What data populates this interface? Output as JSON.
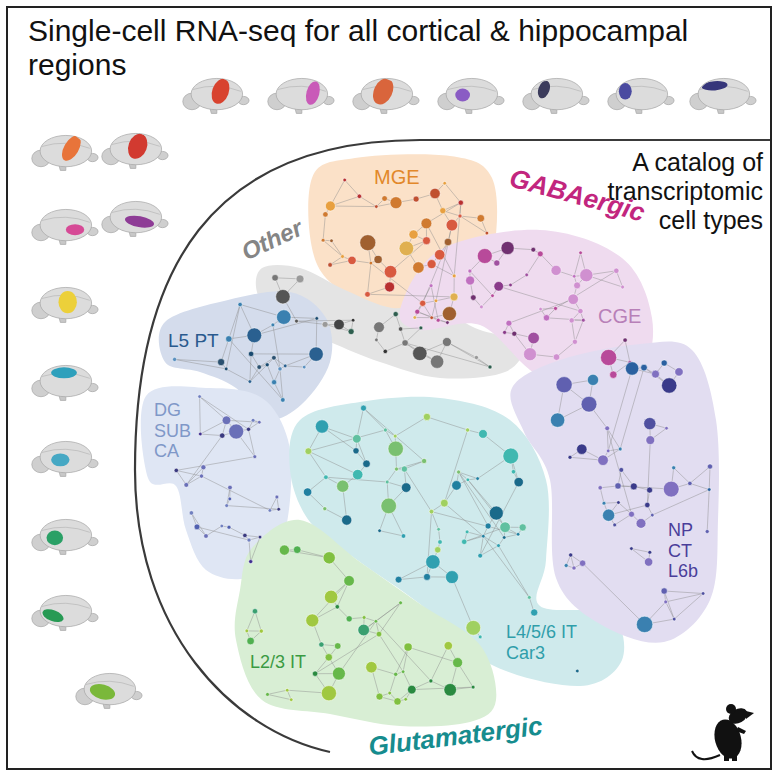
{
  "diagram": {
    "title": "Single-cell RNA-seq for all cortical & hippocampal regions",
    "nodes": [
      {
        "text": [
          "MGE"
        ]
      },
      {
        "text": [
          "Other"
        ]
      },
      {
        "text": [
          "CGE"
        ]
      },
      {
        "text": [
          "L5 PT"
        ]
      },
      {
        "text": [
          "DG SUB CA"
        ]
      },
      {
        "text": [
          "L4/5/6 IT Car3"
        ]
      },
      {
        "text": [
          "L2/3 IT"
        ]
      },
      {
        "text": [
          "NP CT L6b"
        ]
      }
    ],
    "labels": [
      "A catalog of transcriptomic cell types",
      "GABAergic",
      "Glutamatergic"
    ]
  }
}
